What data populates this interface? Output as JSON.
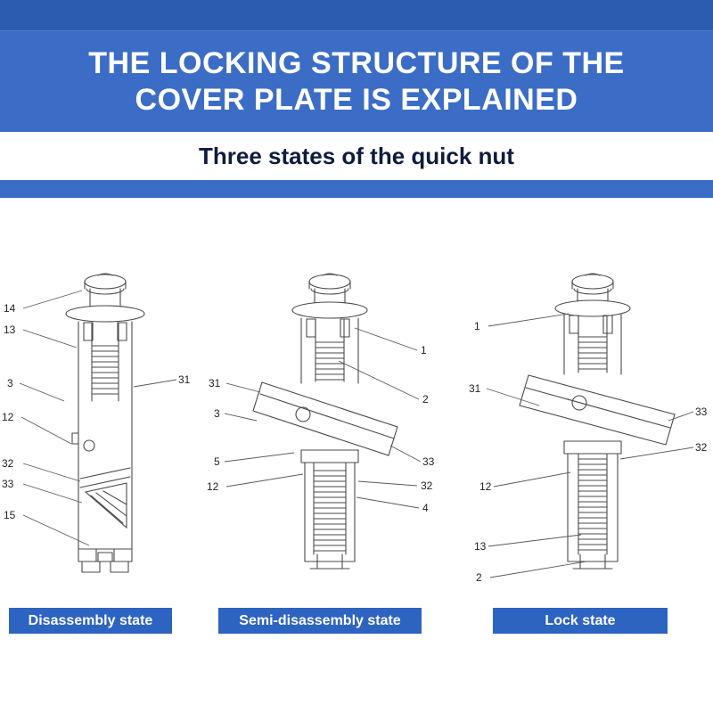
{
  "header": {
    "title_line1": "THE LOCKING STRUCTURE OF THE",
    "title_line2": "COVER PLATE IS EXPLAINED",
    "subtitle": "Three states of the quick nut"
  },
  "diagrams": [
    {
      "caption": "Disassembly state",
      "callouts": [
        "14",
        "13",
        "3",
        "12",
        "32",
        "33",
        "15",
        "31"
      ]
    },
    {
      "caption": "Semi-disassembly state",
      "callouts": [
        "31",
        "3",
        "5",
        "12",
        "1",
        "2",
        "33",
        "32",
        "4"
      ]
    },
    {
      "caption": "Lock state",
      "callouts": [
        "1",
        "31",
        "12",
        "13",
        "2",
        "33",
        "32"
      ]
    }
  ],
  "colors": {
    "top_strip": "#2c5cb0",
    "banner": "#3b6dc6",
    "subtitle_text": "#0e1c40",
    "caption_bar": "#2d63c1",
    "line": "#4a4a4a"
  }
}
